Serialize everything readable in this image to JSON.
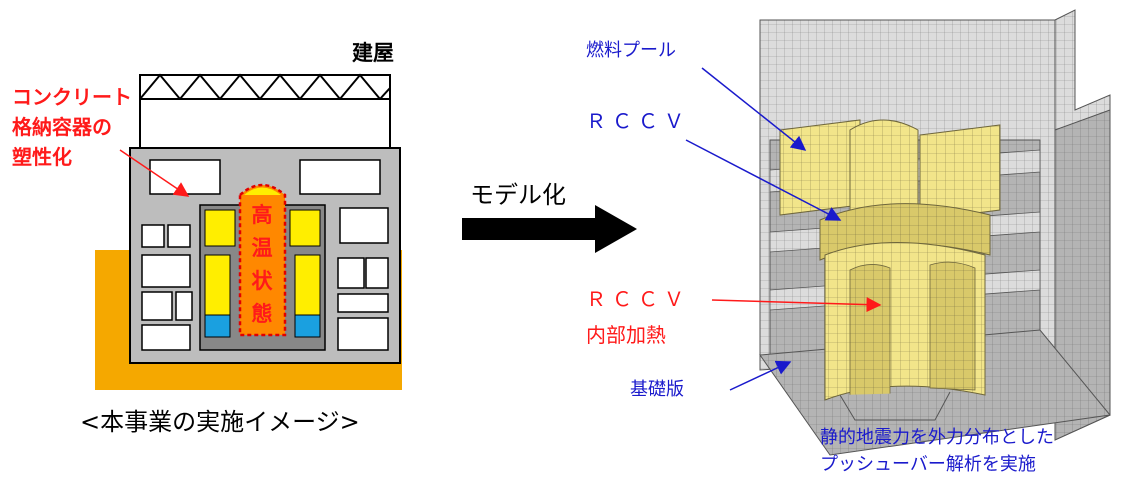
{
  "left_panel": {
    "building_label": "建屋",
    "concrete_label_lines": [
      "コンクリート",
      "格納容器の",
      "塑性化"
    ],
    "hot_state_chars": [
      "高",
      "温",
      "状",
      "態"
    ],
    "caption": "<本事業の実施イメージ>"
  },
  "arrow": {
    "label": "モデル化"
  },
  "right_panel": {
    "callouts": {
      "fuel_pool": "燃料プール",
      "rccv": "ＲＣＣＶ",
      "rccv_heating_line1": "ＲＣＣＶ",
      "rccv_heating_line2": "内部加熱",
      "foundation": "基礎版"
    },
    "note_lines": [
      "静的地震力を外力分布とした",
      "プッシューバー解析を実施"
    ]
  },
  "colors": {
    "red_label": "#ff1a1a",
    "blue_label": "#1a1acc",
    "ground": "#f5a800",
    "reactor_yellow": "#ffee00",
    "water_blue": "#1aa0e0",
    "core_orange": "#ff8800",
    "wall_gray": "#bdbdbd",
    "model_gray": "#c8c8c8",
    "model_yellow": "#f2e58a"
  }
}
